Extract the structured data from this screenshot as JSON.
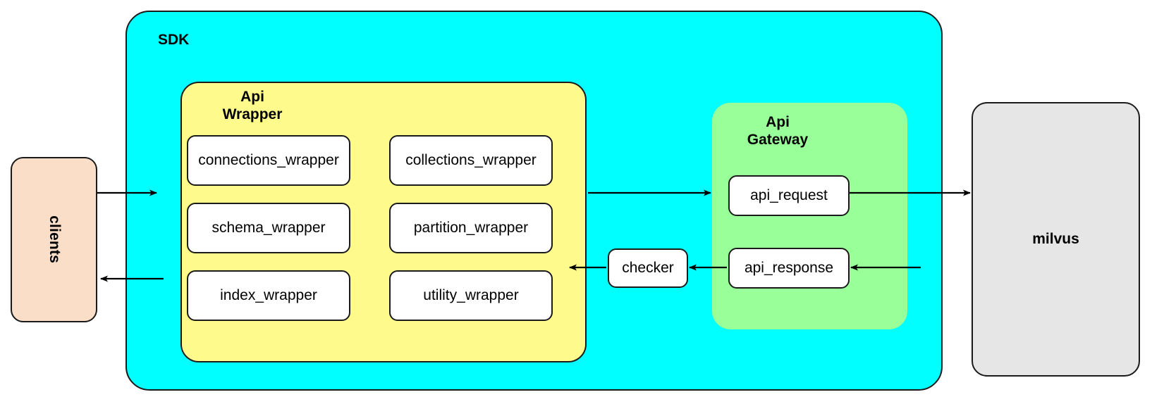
{
  "diagram": {
    "title_nodes": {
      "clients": "clients",
      "milvus": "milvus",
      "checker": "checker"
    },
    "containers": {
      "sdk": {
        "label": "SDK",
        "color": "#00FFFF"
      },
      "api_wrapper": {
        "label": "Api\nWrapper",
        "color": "#FFFA8C"
      },
      "api_gateway": {
        "label": "Api\nGateway",
        "color": "#99FF99"
      }
    },
    "wrapper_modules": [
      {
        "label": "connections_wrapper",
        "col": "left",
        "row": 1
      },
      {
        "label": "collections_wrapper",
        "col": "right",
        "row": 1
      },
      {
        "label": "schema_wrapper",
        "col": "left",
        "row": 2
      },
      {
        "label": "partition_wrapper",
        "col": "right",
        "row": 2
      },
      {
        "label": "index_wrapper",
        "col": "left",
        "row": 3
      },
      {
        "label": "utility_wrapper",
        "col": "right",
        "row": 3
      }
    ],
    "gateway_modules": [
      {
        "label": "api_request"
      },
      {
        "label": "api_response"
      }
    ],
    "colors": {
      "clients_fill": "#FADEC8",
      "sdk_fill": "#00FFFF",
      "api_wrapper_fill": "#FFFA8C",
      "api_gateway_fill": "#99FF99",
      "milvus_fill": "#E6E6E6",
      "leaf_fill": "#FFFFFF",
      "stroke": "#1A1A1A",
      "background": "#FFFFFF"
    },
    "edges": [
      {
        "from": "clients",
        "to": "api_wrapper",
        "direction": "right"
      },
      {
        "from": "api_wrapper",
        "to": "api_gateway",
        "direction": "right"
      },
      {
        "from": "api_request",
        "to": "milvus",
        "direction": "right"
      },
      {
        "from": "milvus",
        "to": "api_response",
        "direction": "left"
      },
      {
        "from": "api_response",
        "to": "checker",
        "direction": "left"
      },
      {
        "from": "checker",
        "to": "api_wrapper",
        "direction": "left"
      },
      {
        "from": "api_wrapper",
        "to": "clients",
        "direction": "left"
      }
    ]
  }
}
